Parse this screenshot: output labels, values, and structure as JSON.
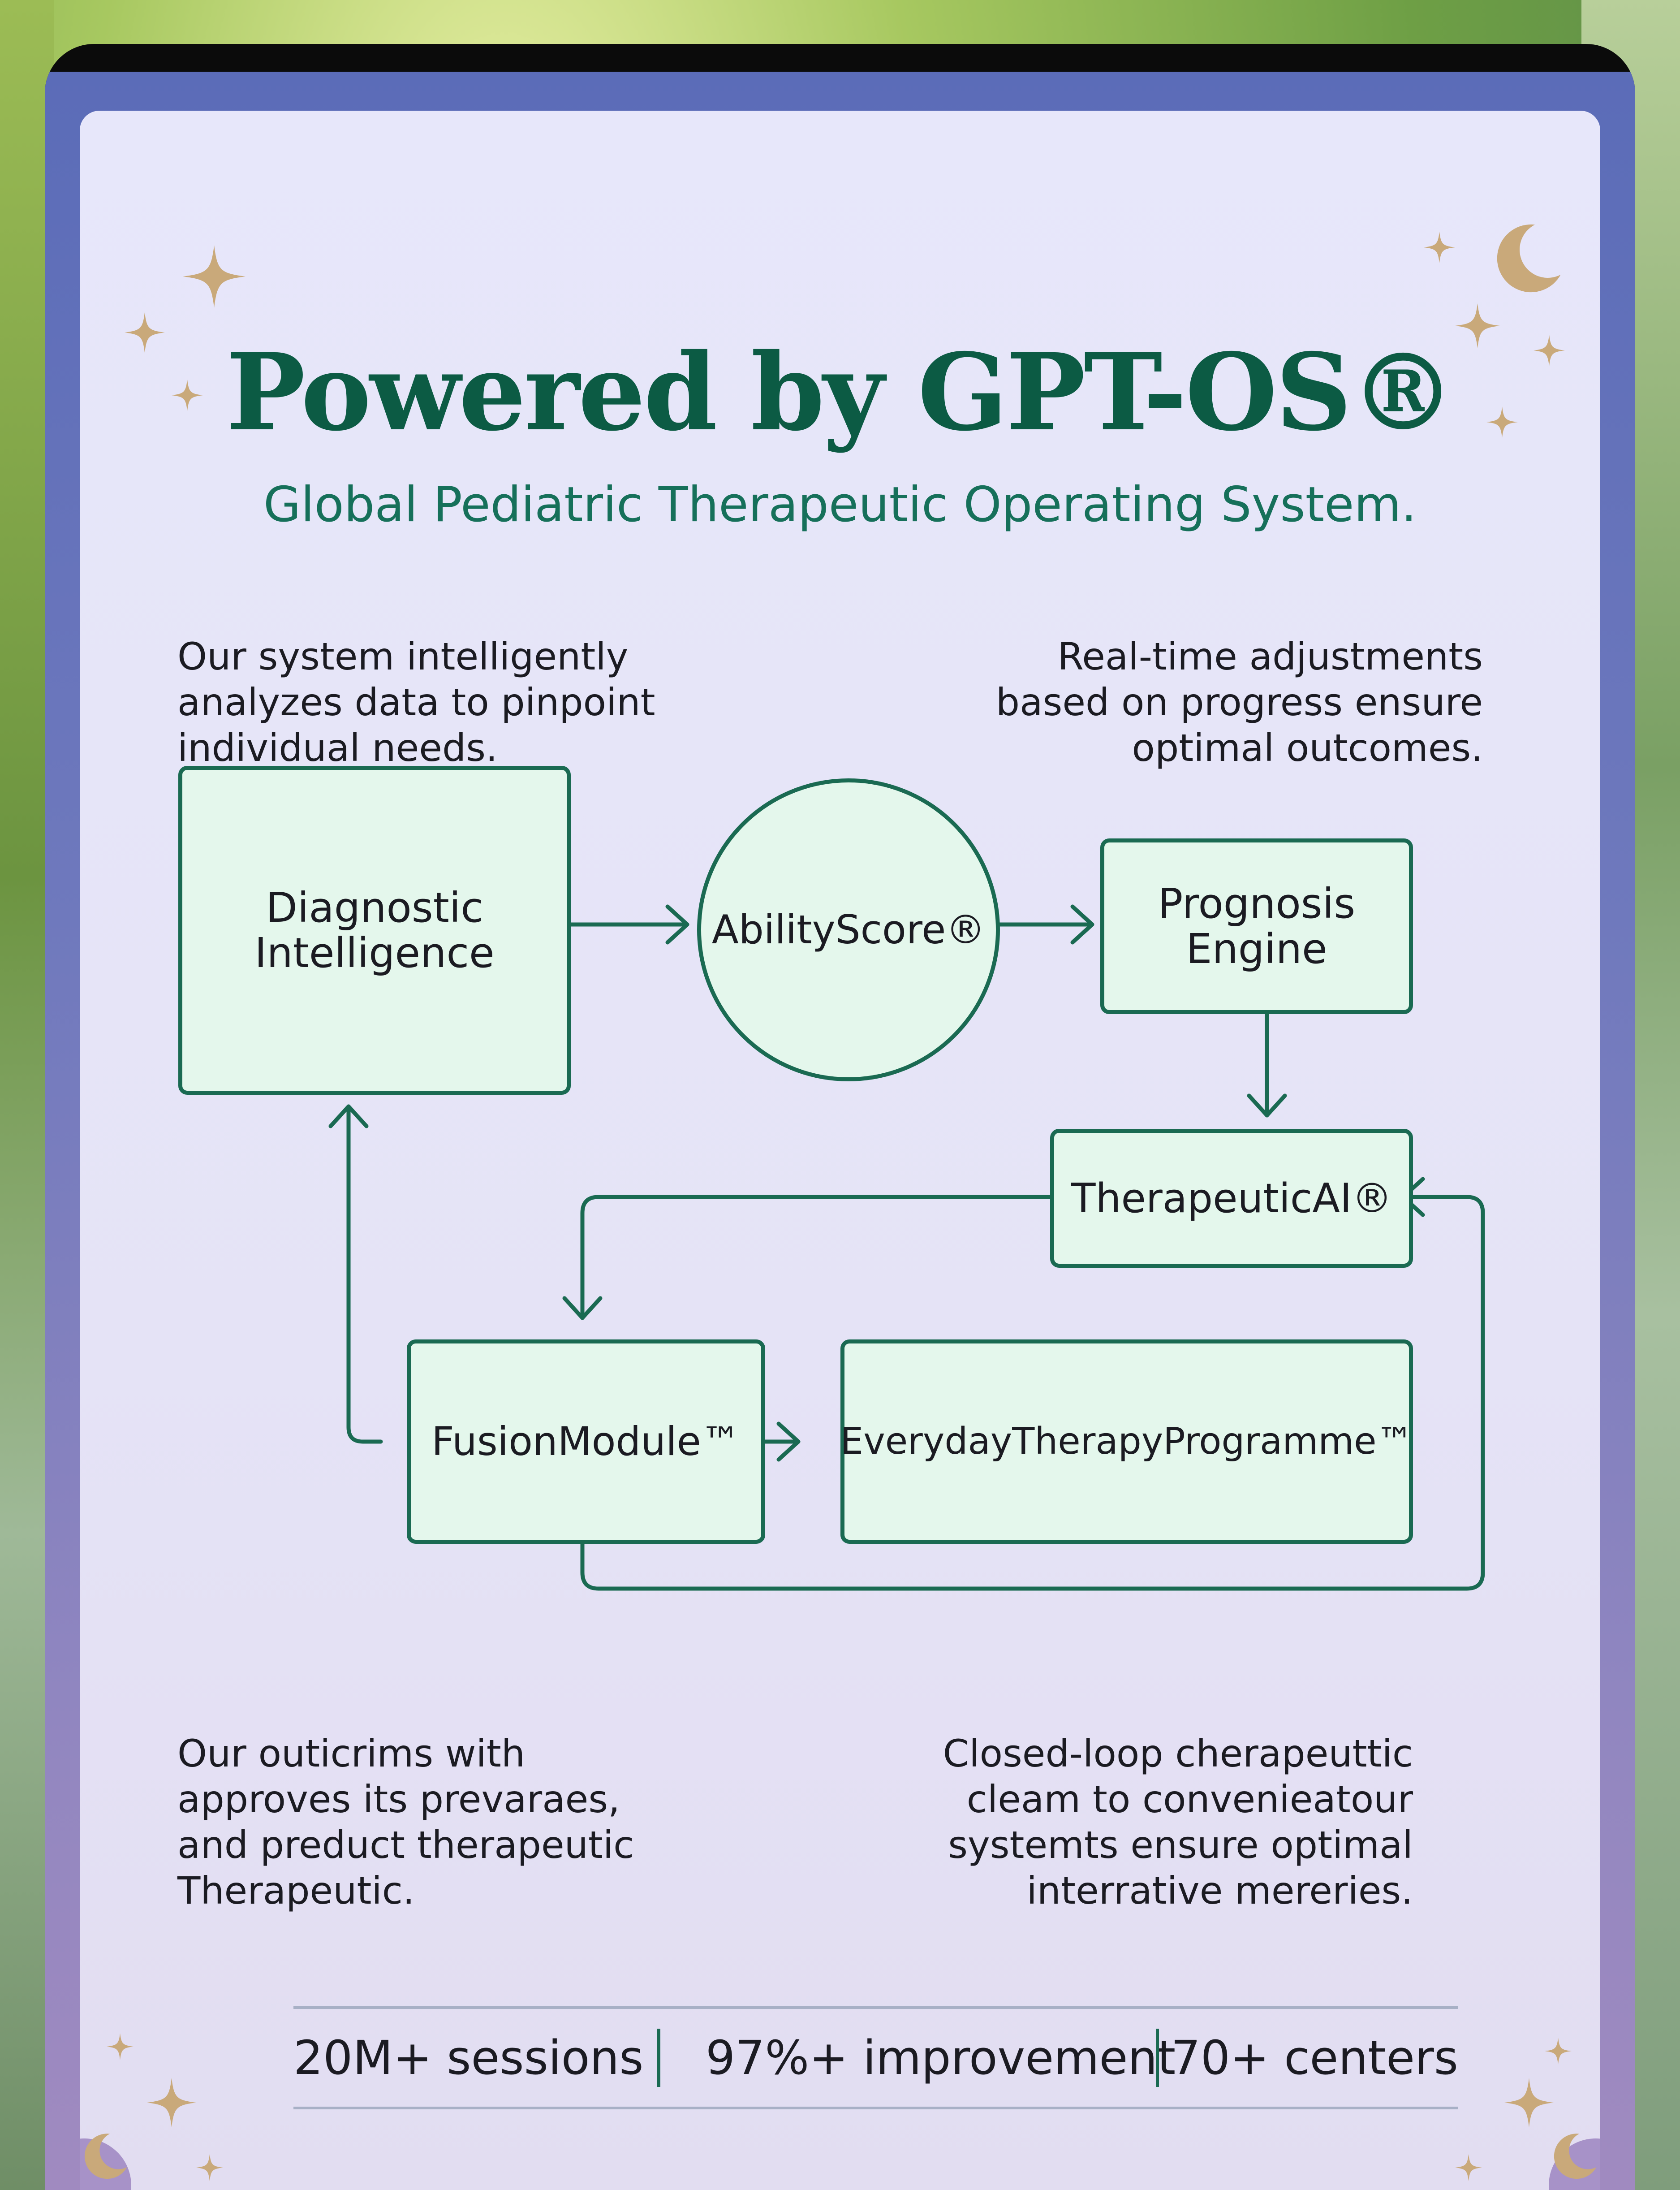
{
  "header": {
    "title": "Powered by GPT-OS®",
    "subtitle": "Global Pediatric Therapeutic Operating System."
  },
  "intro": {
    "left": "Our system intelligently\nanalyzes data to pinpoint\nindividual needs.",
    "right": "Real-time adjustments\nbased on progress ensure\noptimal outcomes."
  },
  "diagram": {
    "nodes": {
      "diagnostic": "Diagnostic\nIntelligence",
      "ability_score": "AbilityScore®",
      "prognosis": "Prognosis\nEngine",
      "therapeutic_ai": "TherapeuticAI®",
      "fusion": "FusionModule™",
      "everyday": "EverydayTherapyProgramme™"
    },
    "edges": [
      [
        "diagnostic",
        "ability_score"
      ],
      [
        "ability_score",
        "prognosis"
      ],
      [
        "prognosis",
        "therapeutic_ai"
      ],
      [
        "therapeutic_ai",
        "fusion"
      ],
      [
        "fusion",
        "everyday"
      ],
      [
        "fusion",
        "diagnostic"
      ],
      [
        "fusion",
        "therapeutic_ai"
      ]
    ],
    "color": "#1a6a52",
    "fill": "#e4f7ec"
  },
  "outro": {
    "left": "Our outicrims with\napproves its prevaraes,\nand preduct therapeutic\nTherapeutic.",
    "right": "Closed-loop cherapeuttic\ncleam to convenieatour\nsystemts ensure optimal\ninterrative mereries."
  },
  "stats": [
    "20M+ sessions",
    "97%+ improvement",
    "70+ centers"
  ],
  "colors": {
    "headline": "#0c5b44",
    "accent_gold": "#c9a97a",
    "frame": "#5b6cb8"
  },
  "decor": {
    "icons": [
      "sparkle-icon",
      "crescent-moon-icon"
    ]
  }
}
